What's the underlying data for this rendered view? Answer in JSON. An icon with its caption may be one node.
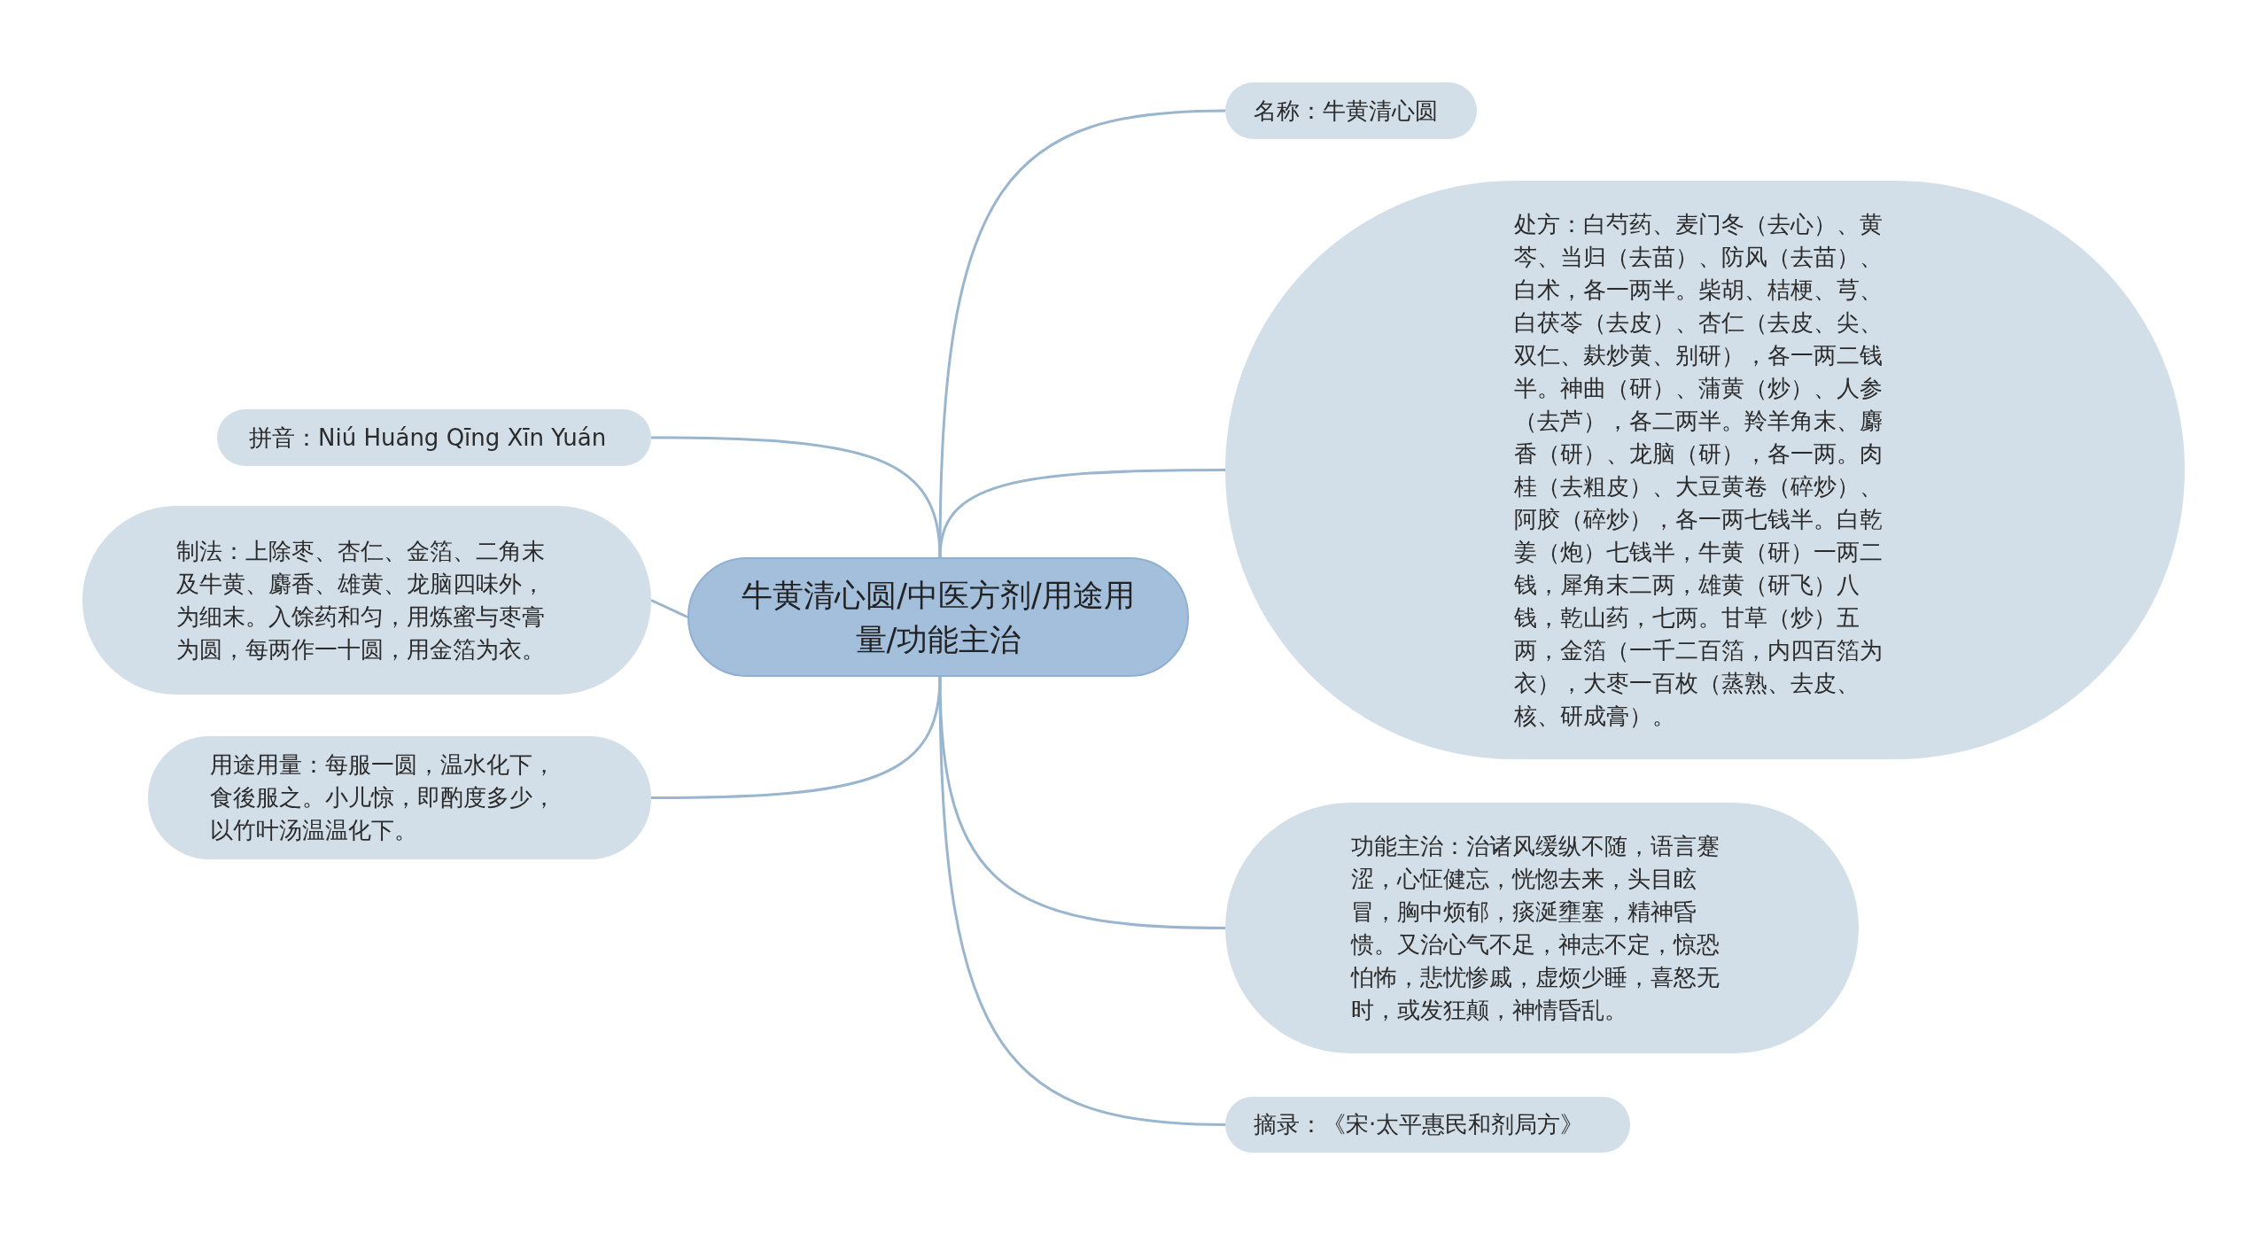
{
  "diagram": {
    "nodes": [
      {
        "text": [
          "牛黄清心圆/中医方剂/用途用量/功能主治"
        ]
      },
      {
        "text": [
          "名称：牛黄清心圆"
        ]
      },
      {
        "text": [
          "拼音：Niú Huáng Qīng Xīn Yuán"
        ]
      },
      {
        "text": [
          "处方：白芍药、麦门冬（去心）、黄芩、当归（去苗）、防风（去苗）、白术，各一两半。柴胡、桔梗、芎、白茯苓（去皮）、杏仁（去皮、尖、双仁、麸炒黄、别研），各一两二钱半。神曲（研）、蒲黄（炒）、人参（去芦），各二两半。羚羊角末、麝香（研）、龙脑（研），各一两。肉桂（去粗皮）、大豆黄卷（碎炒）、阿胶（碎炒），各一两七钱半。白乾姜（炮）七钱半，牛黄（研）一两二钱，犀角末二两，雄黄（研飞）八钱，乾山药，七两。甘草（炒）五两，金箔（一千二百箔，内四百箔为衣），大枣一百枚（蒸熟、去皮、核、研成膏）。"
        ]
      },
      {
        "text": [
          "制法：上除枣、杏仁、金箔、二角末及牛黄、麝香、雄黄、龙脑四味外，为细末。入馀药和匀，用炼蜜与枣膏为圆，每两作一十圆，用金箔为衣。"
        ]
      },
      {
        "text": [
          "用途用量：每服一圆，温水化下，食後服之。小儿惊，即酌度多少，以竹叶汤温温化下。"
        ]
      },
      {
        "text": [
          "功能主治：治诸风缓纵不随，语言蹇涩，心怔健忘，恍惚去来，头目眩冒，胸中烦郁，痰涎壅塞，精神昏愦。又治心气不足，神志不定，惊恐怕怖，悲忧惨戚，虚烦少睡，喜怒无时，或发狂颠，神情昏乱。"
        ]
      },
      {
        "text": [
          "摘录：《宋·太平惠民和剂局方》"
        ]
      }
    ],
    "edges": [
      {
        "from": 0,
        "to": 1,
        "arrow": "none"
      },
      {
        "from": 0,
        "to": 2,
        "arrow": "none"
      },
      {
        "from": 0,
        "to": 3,
        "arrow": "none"
      },
      {
        "from": 0,
        "to": 4,
        "arrow": "none"
      },
      {
        "from": 0,
        "to": 5,
        "arrow": "none"
      },
      {
        "from": 0,
        "to": 6,
        "arrow": "none"
      },
      {
        "from": 0,
        "to": 7,
        "arrow": "none"
      }
    ]
  }
}
